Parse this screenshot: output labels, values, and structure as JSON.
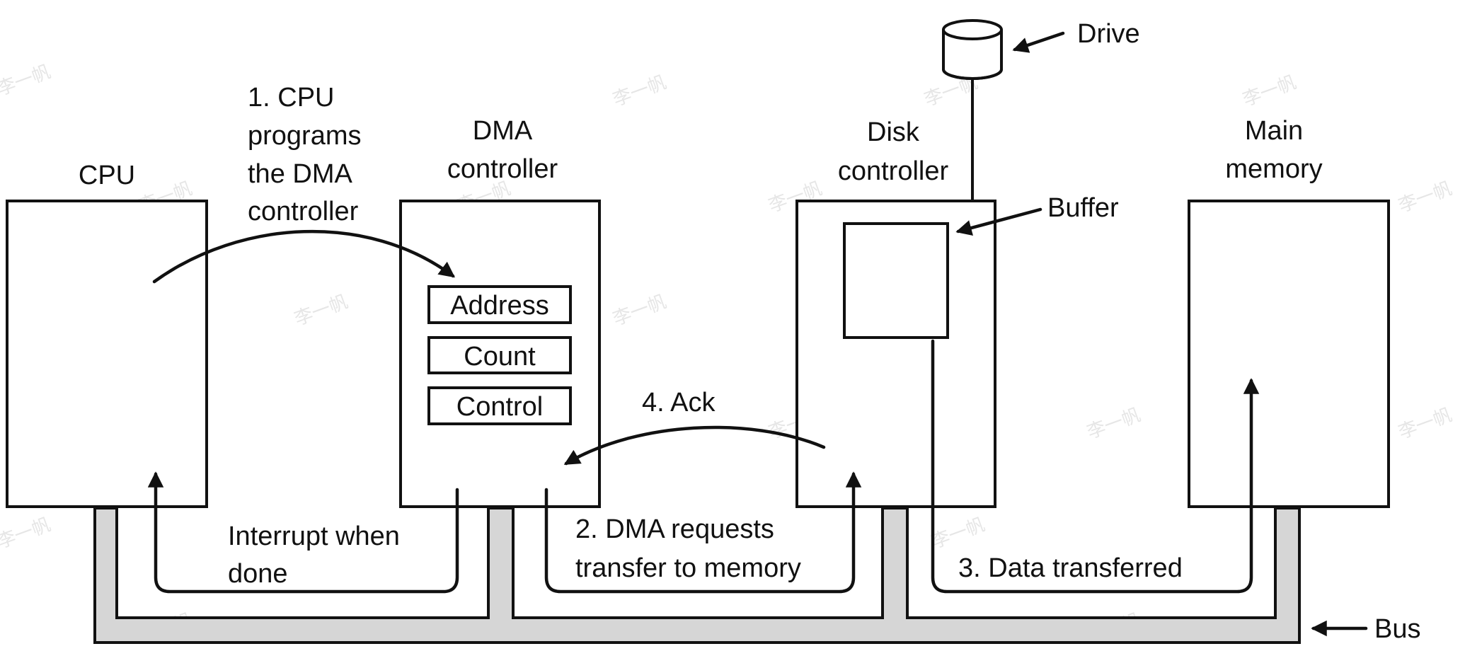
{
  "components": {
    "cpu": "CPU",
    "dma_controller": [
      "DMA",
      "controller"
    ],
    "disk_controller": [
      "Disk",
      "controller"
    ],
    "main_memory": [
      "Main",
      "memory"
    ]
  },
  "registers": [
    "Address",
    "Count",
    "Control"
  ],
  "callouts": {
    "drive": "Drive",
    "buffer": "Buffer",
    "bus": "Bus"
  },
  "steps": {
    "step1": [
      "1. CPU",
      "programs",
      "the DMA",
      "controller"
    ],
    "step2": [
      "2. DMA requests",
      "transfer to memory"
    ],
    "step3": "3. Data transferred",
    "step4": "4. Ack",
    "interrupt": [
      "Interrupt when",
      "done"
    ]
  },
  "watermark": "李一帆",
  "colors": {
    "line": "#111111",
    "bus_fill": "#d6d6d6",
    "background": "#ffffff"
  }
}
